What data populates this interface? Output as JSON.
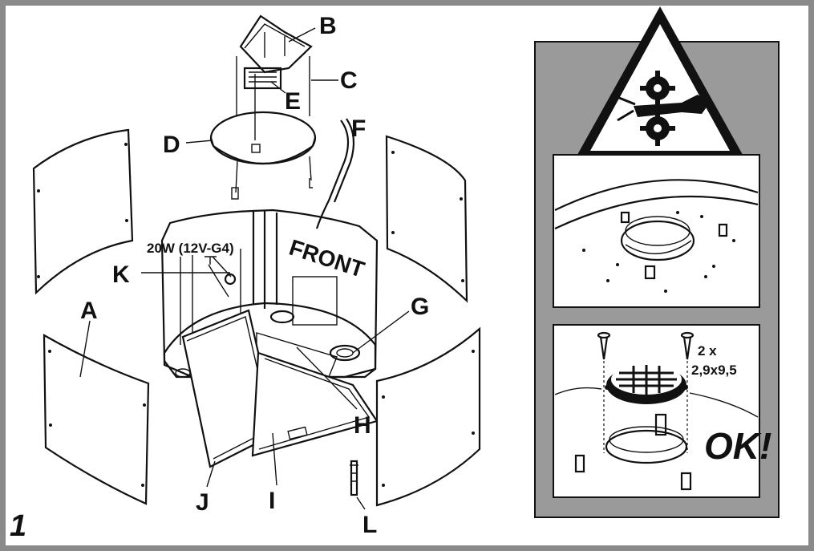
{
  "figure": {
    "number": "1",
    "part_labels": {
      "A": "A",
      "B": "B",
      "C": "C",
      "D": "D",
      "E": "E",
      "F": "F",
      "G": "G",
      "H": "H",
      "I": "I",
      "J": "J",
      "K": "K",
      "L": "L"
    },
    "lamp_spec": "20W (12V-G4)",
    "front_marking": "FRONT"
  },
  "side_panel": {
    "screw_spec_count": "2 x",
    "screw_spec_size": "2,9x9,5",
    "ok_text": "OK!",
    "warning_icon": "hand-crush-gear-warning-icon"
  },
  "colors": {
    "frame_gray": "#8a8a8a",
    "panel_gray": "#9a9a9a",
    "ink": "#111111",
    "paper": "#ffffff"
  }
}
